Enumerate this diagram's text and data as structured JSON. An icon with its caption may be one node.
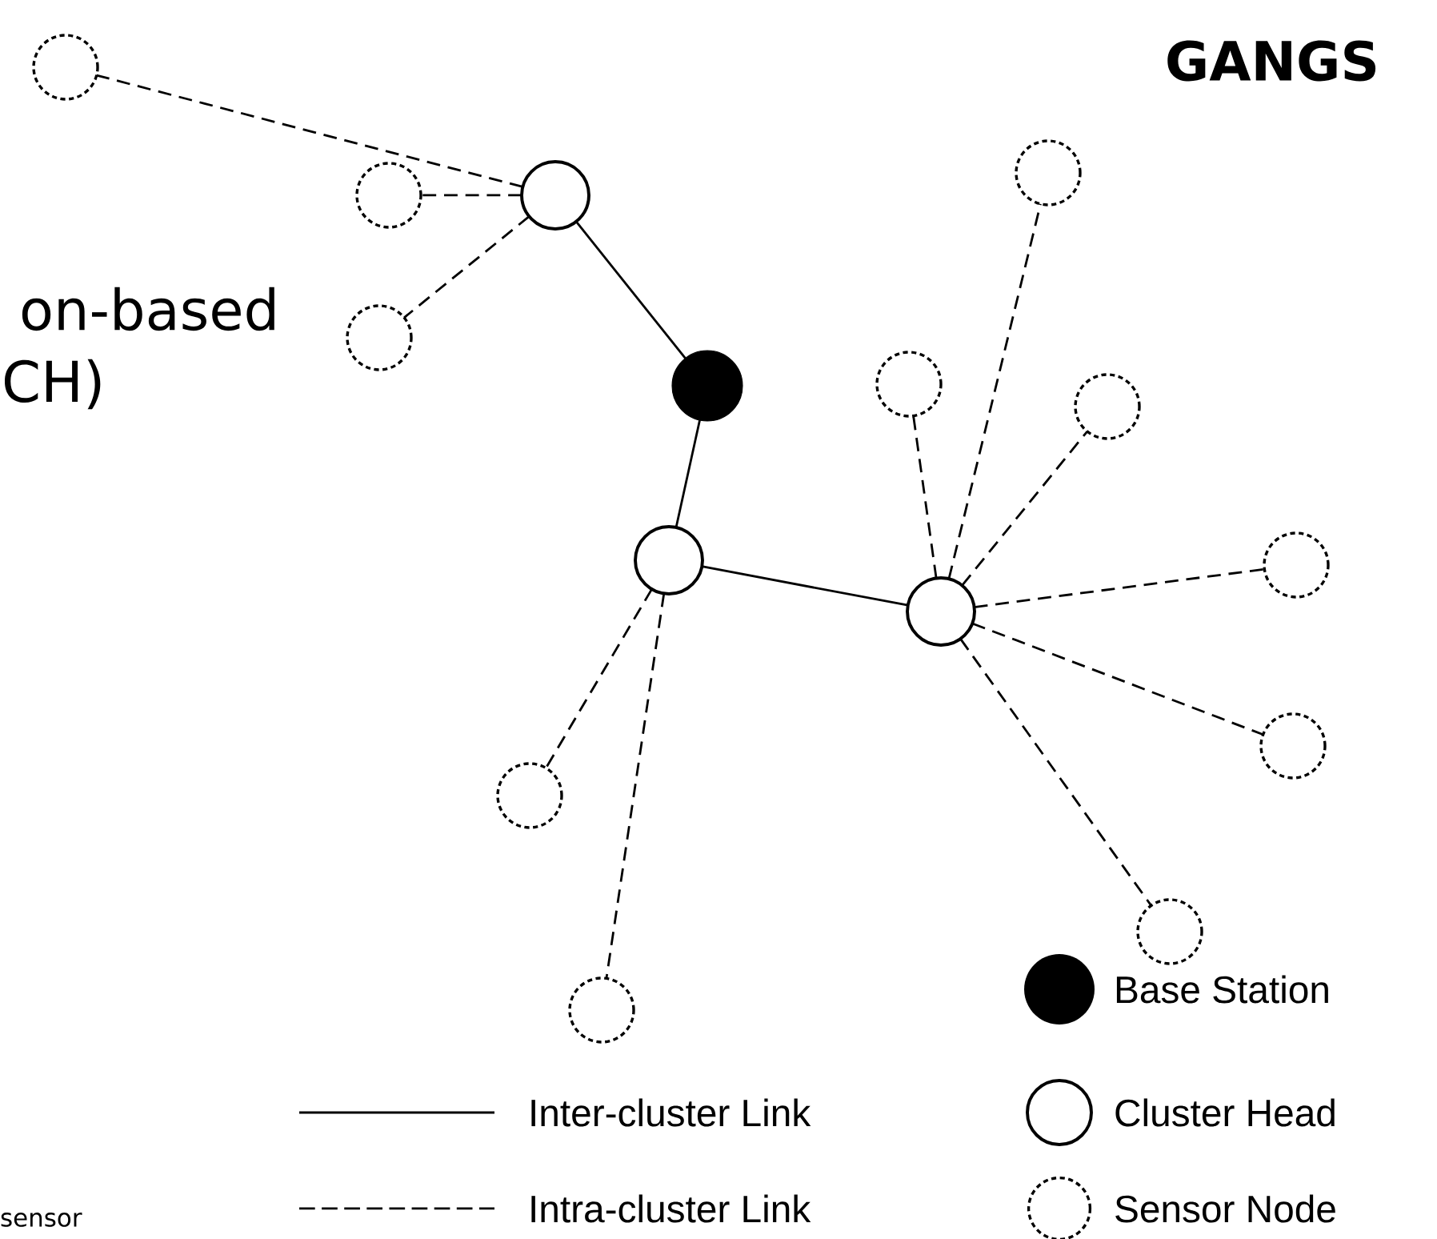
{
  "diagram": {
    "title": "GANGS",
    "nodes": [
      {
        "text": [],
        "shape": "circle"
      },
      {
        "text": [],
        "shape": "circle"
      },
      {
        "text": [],
        "shape": "circle"
      },
      {
        "text": [],
        "shape": "circle"
      },
      {
        "text": [],
        "shape": "circle"
      },
      {
        "text": [],
        "shape": "circle"
      },
      {
        "text": [],
        "shape": "circle"
      },
      {
        "text": [],
        "shape": "circle"
      },
      {
        "text": [],
        "shape": "circle"
      },
      {
        "text": [],
        "shape": "circle"
      },
      {
        "text": [],
        "shape": "circle"
      },
      {
        "text": [],
        "shape": "circle"
      },
      {
        "text": [],
        "shape": "circle"
      },
      {
        "text": [],
        "shape": "circle"
      },
      {
        "text": [],
        "shape": "circle"
      }
    ],
    "edges": [
      {
        "from": 2,
        "to": 0,
        "arrow": "none",
        "style": "dashed"
      },
      {
        "from": 2,
        "to": 1,
        "arrow": "none",
        "style": "dashed"
      },
      {
        "from": 2,
        "to": 3,
        "arrow": "none",
        "style": "dashed"
      },
      {
        "from": 2,
        "to": 6,
        "arrow": "none"
      },
      {
        "from": 6,
        "to": 8,
        "arrow": "none"
      },
      {
        "from": 8,
        "to": 9,
        "arrow": "none"
      },
      {
        "from": 8,
        "to": 12,
        "arrow": "none",
        "style": "dashed"
      },
      {
        "from": 8,
        "to": 14,
        "arrow": "none",
        "style": "dashed"
      },
      {
        "from": 9,
        "to": 4,
        "arrow": "none",
        "style": "dashed"
      },
      {
        "from": 9,
        "to": 5,
        "arrow": "none",
        "style": "dashed"
      },
      {
        "from": 9,
        "to": 7,
        "arrow": "none",
        "style": "dashed"
      },
      {
        "from": 9,
        "to": 10,
        "arrow": "none",
        "style": "dashed"
      },
      {
        "from": 9,
        "to": 11,
        "arrow": "none",
        "style": "dashed"
      },
      {
        "from": 9,
        "to": 13,
        "arrow": "none",
        "style": "dashed"
      }
    ],
    "labels": [
      "on-based",
      "CH)",
      "sensor"
    ],
    "legend": [
      {
        "text": "Base Station"
      },
      {
        "text": "Inter-cluster Link"
      },
      {
        "text": "Cluster Head"
      },
      {
        "text": "Intra-cluster Link"
      },
      {
        "text": "Sensor Node"
      }
    ]
  }
}
